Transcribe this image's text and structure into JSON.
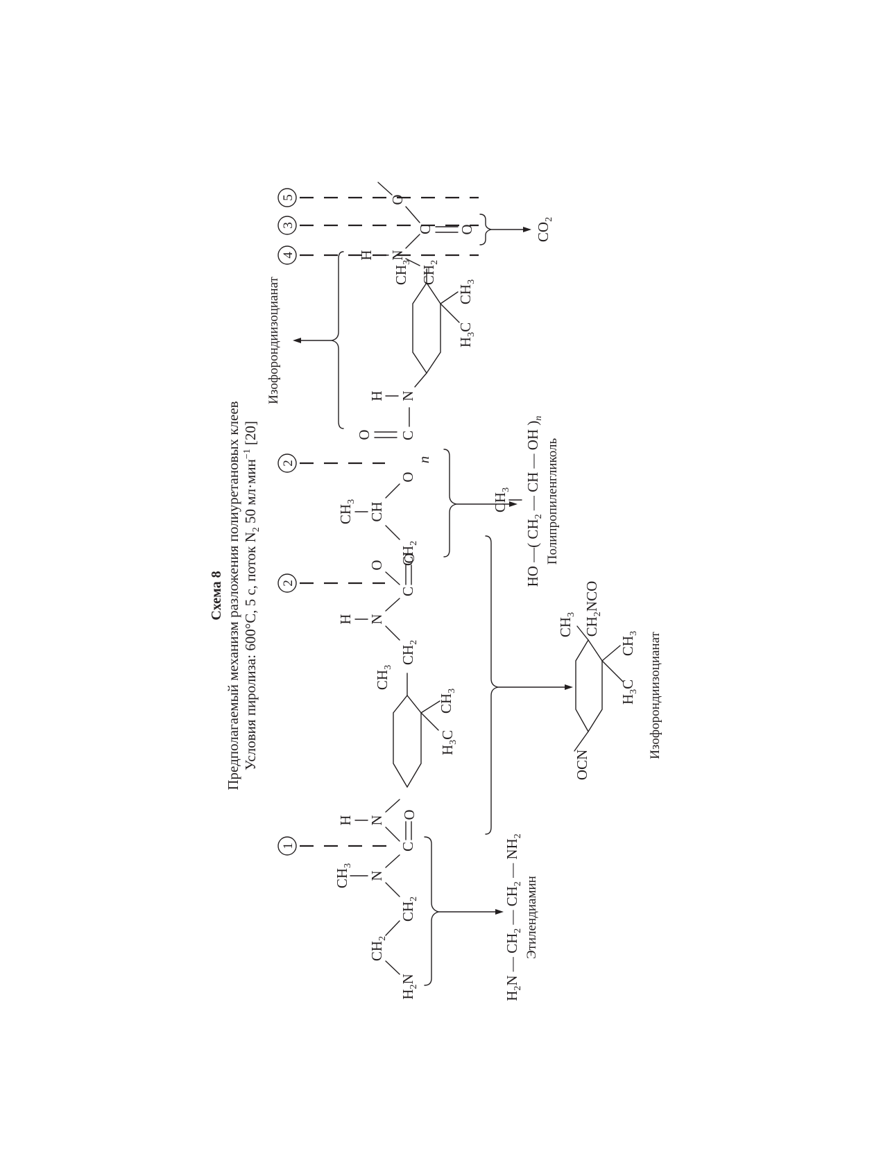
{
  "scheme": {
    "title": "Схема 8",
    "subtitle": "Предполагаемый механизм разложения полиуретановых клеев",
    "conditions_pre": "Условия пиролиза: 600°С, 5 с, поток N",
    "conditions_sub": "2",
    "conditions_mid": " 50 мл·мин",
    "conditions_sup": "−1",
    "conditions_post": " [20]"
  },
  "cleavage_sites": [
    "1",
    "2",
    "2",
    "4",
    "3",
    "5"
  ],
  "products": {
    "ethylenediamine": "Этилендиамин",
    "isophorone_diisocyanate_1": "Изофорондиизоцианат",
    "polypropylene_glycol": "Полипропиленгликоль",
    "isophorone_diisocyanate_2": "Изофорондиизоцианат",
    "co2": "CO",
    "co2_sub": "2"
  },
  "atoms": {
    "H": "H",
    "N": "N",
    "C": "C",
    "O": "O",
    "CH": "CH",
    "CH2": "CH",
    "CH3": "CH",
    "H2N": "H",
    "NH2": "NH",
    "H3C": "H",
    "HO": "HO",
    "OH": "OH",
    "OCN": "OCN",
    "CH2NCO": "CH",
    "NCO": "NCO",
    "sub2": "2",
    "sub3": "3",
    "n": "n"
  }
}
